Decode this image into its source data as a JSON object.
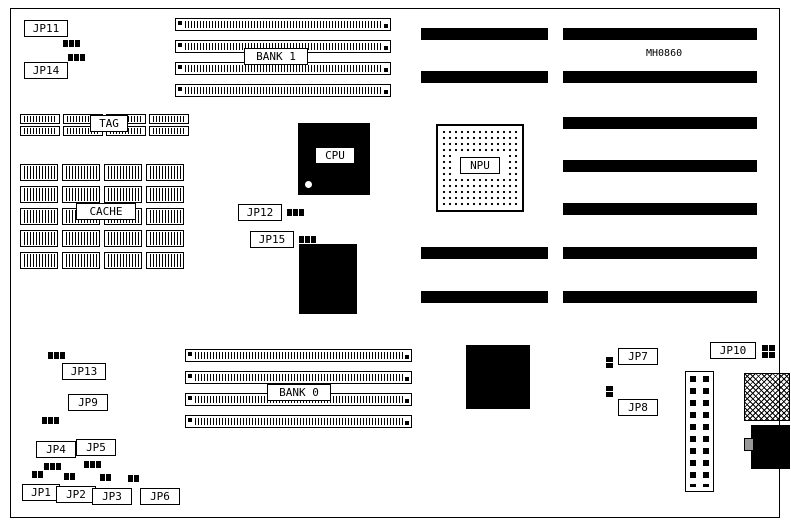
{
  "board": {
    "part_number": "MH0860",
    "jumpers": {
      "jp1": "JP1",
      "jp2": "JP2",
      "jp3": "JP3",
      "jp4": "JP4",
      "jp5": "JP5",
      "jp6": "JP6",
      "jp7": "JP7",
      "jp8": "JP8",
      "jp9": "JP9",
      "jp10": "JP10",
      "jp11": "JP11",
      "jp12": "JP12",
      "jp13": "JP13",
      "jp14": "JP14",
      "jp15": "JP15"
    },
    "components": {
      "tag": "TAG",
      "cache": "CACHE",
      "cpu": "CPU",
      "npu": "NPU",
      "bank0": "BANK 0",
      "bank1": "BANK 1"
    }
  }
}
